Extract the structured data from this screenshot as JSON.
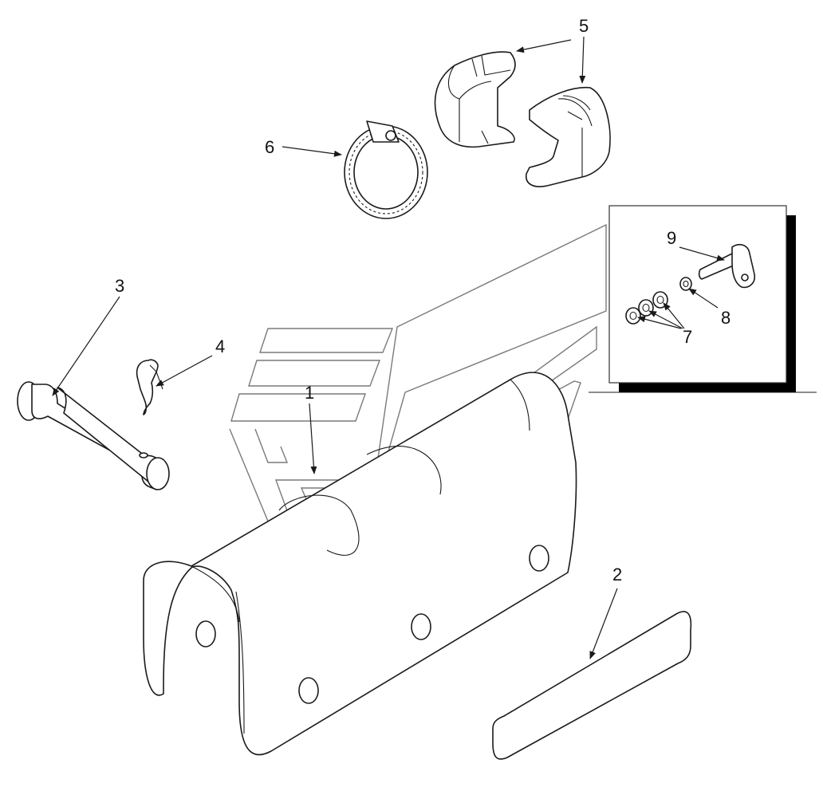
{
  "diagram": {
    "type": "exploded parts diagram",
    "callouts": [
      {
        "id": "1",
        "label": "1"
      },
      {
        "id": "2",
        "label": "2"
      },
      {
        "id": "3",
        "label": "3"
      },
      {
        "id": "4",
        "label": "4"
      },
      {
        "id": "5",
        "label": "5"
      },
      {
        "id": "6",
        "label": "6"
      },
      {
        "id": "7",
        "label": "7"
      },
      {
        "id": "8",
        "label": "8"
      },
      {
        "id": "9",
        "label": "9"
      }
    ],
    "colors": {
      "line": "#1a1a1a",
      "watermark": "#7a7a7a",
      "background": "#ffffff",
      "inset_shadow": "#000000"
    }
  }
}
